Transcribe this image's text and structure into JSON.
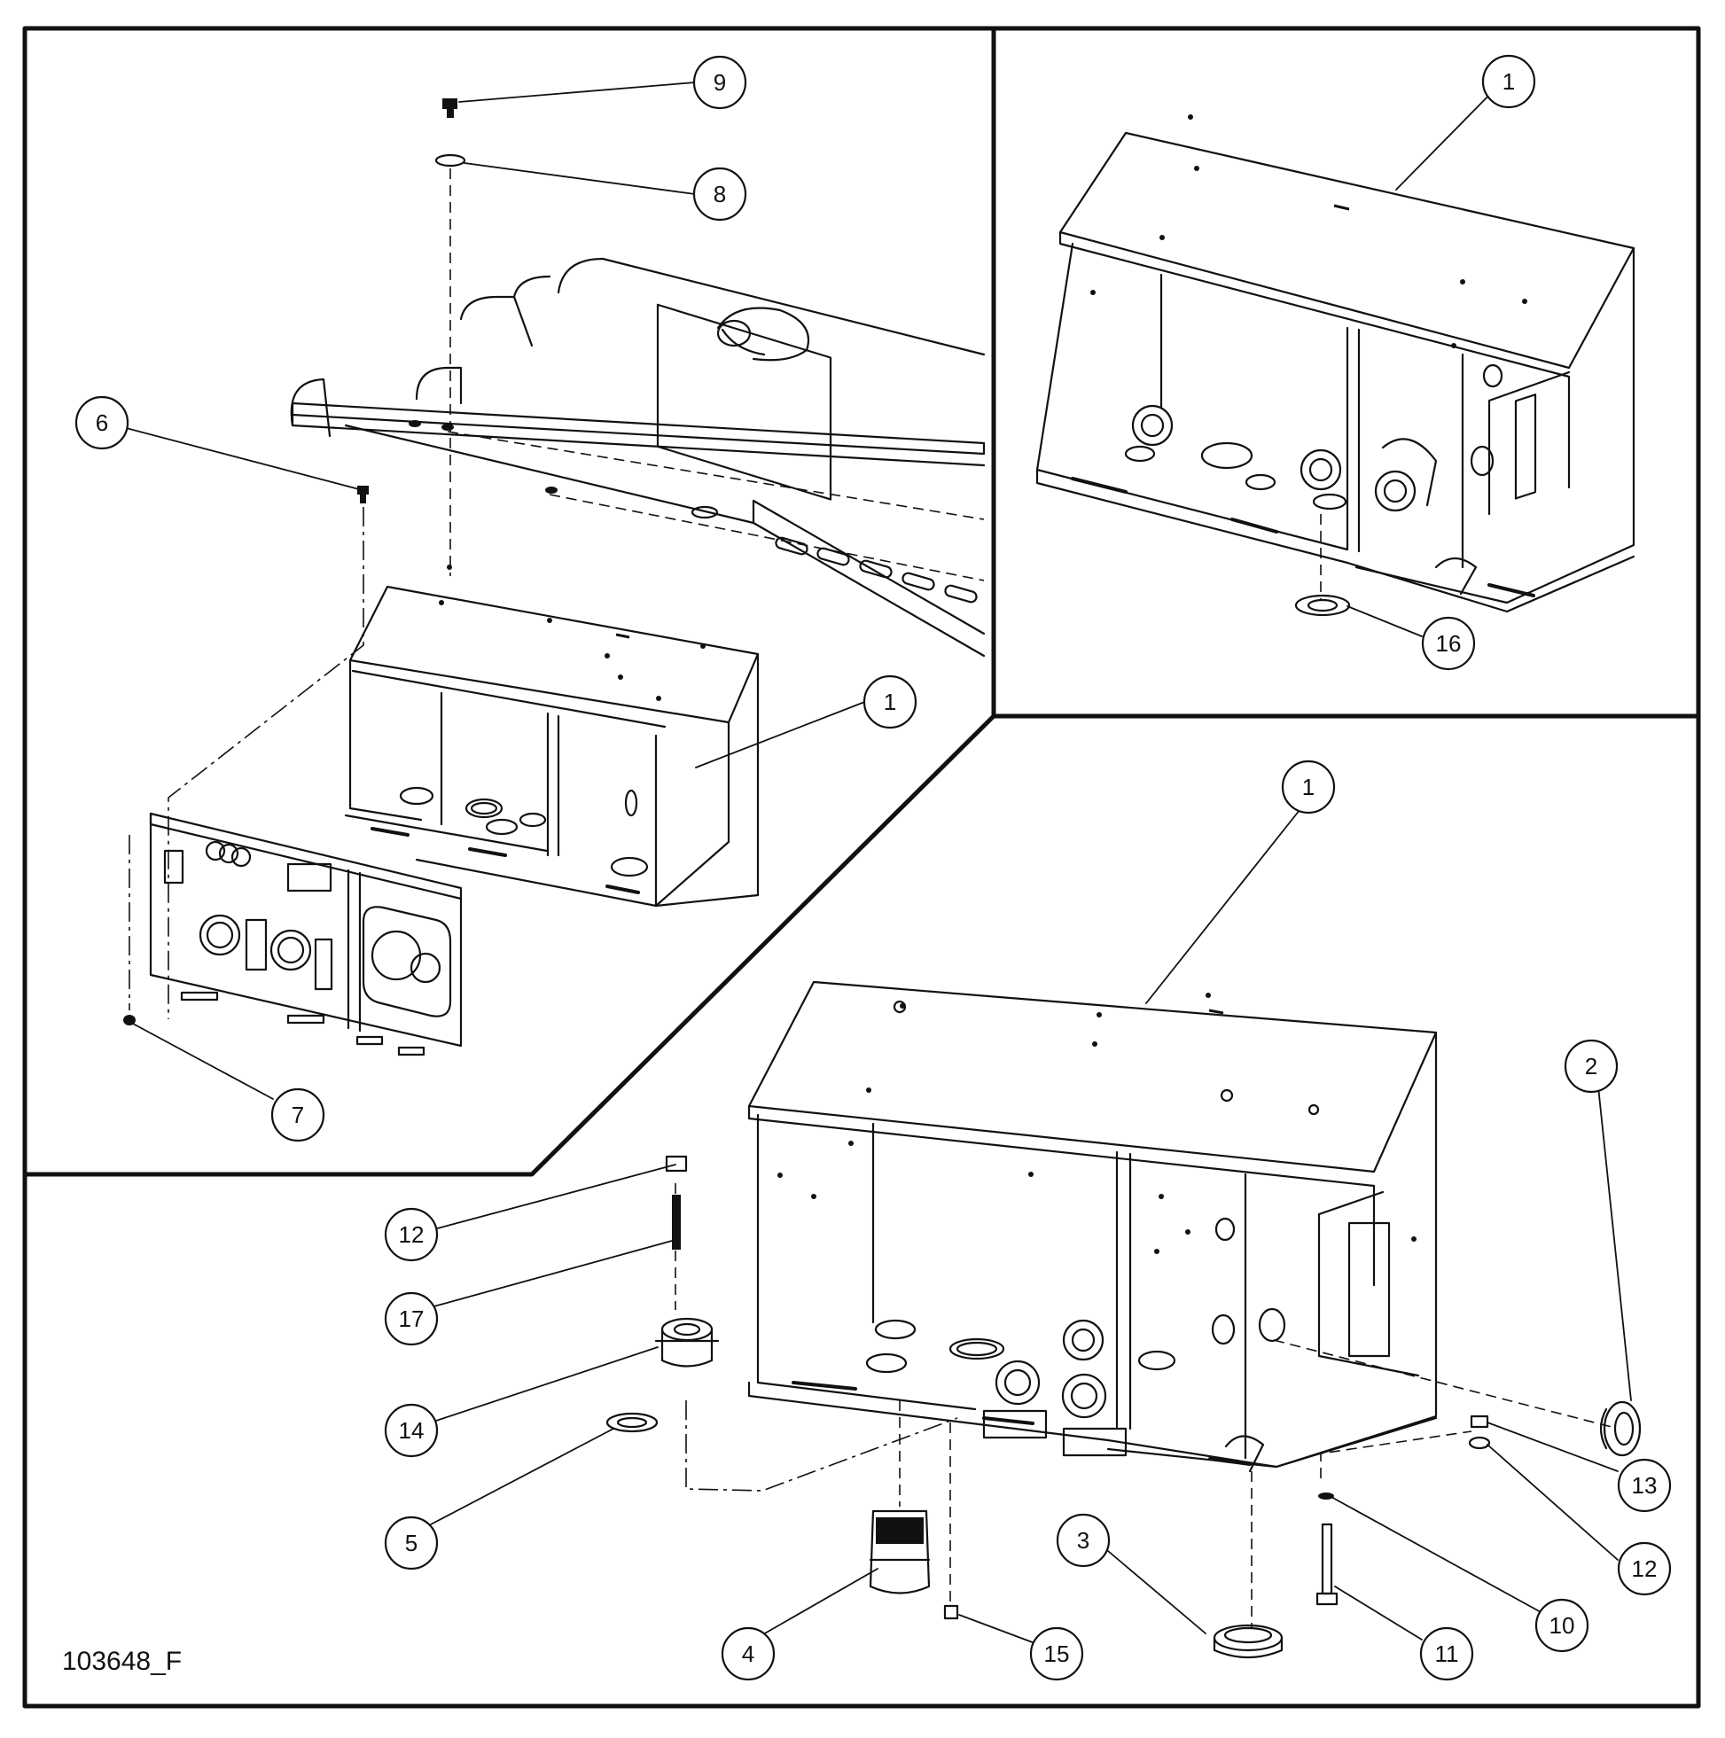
{
  "drawing_number": "103648_F",
  "callouts": {
    "c_9": "9",
    "c_8": "8",
    "c_6": "6",
    "c_1_a": "1",
    "c_7": "7",
    "c_1_b": "1",
    "c_16": "16",
    "c_1_c": "1",
    "c_2": "2",
    "c_12_a": "12",
    "c_17": "17",
    "c_14": "14",
    "c_5": "5",
    "c_13": "13",
    "c_12_b": "12",
    "c_10": "10",
    "c_11": "11",
    "c_15": "15",
    "c_3": "3",
    "c_4": "4"
  }
}
